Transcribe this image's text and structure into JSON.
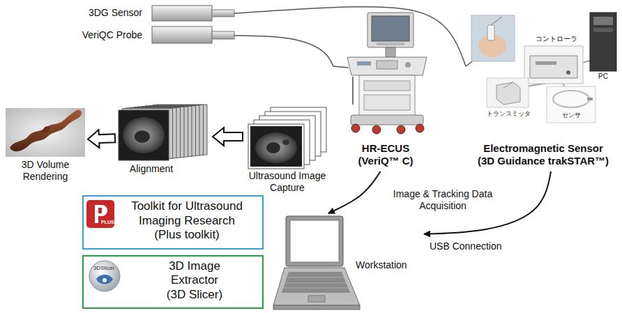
{
  "diagram": {
    "nodes": [
      {
        "text": [
          "3DG Sensor"
        ]
      },
      {
        "text": [
          "VeriQC Probe"
        ]
      },
      {
        "text": [
          "HR-ECUS (VeriQ™ C)"
        ]
      },
      {
        "text": [
          "Electromagnetic Sensor (3D Guidance trakSTAR™)"
        ]
      },
      {
        "text": [
          "Ultrasound Image Capture"
        ]
      },
      {
        "text": [
          "Alignment"
        ]
      },
      {
        "text": [
          "3D Volume Rendering"
        ]
      },
      {
        "text": [
          "Toolkit for Ultrasound Imaging Research (Plus toolkit)"
        ]
      },
      {
        "text": [
          "3D Image Extractor (3D Slicer)"
        ]
      },
      {
        "text": [
          "Workstation"
        ]
      }
    ],
    "edges": [
      {
        "from": 0,
        "to": 3,
        "arrow": "none"
      },
      {
        "from": 1,
        "to": 2,
        "arrow": "none"
      },
      {
        "from": 2,
        "to": 9,
        "arrow": "to"
      },
      {
        "from": 3,
        "to": 9,
        "arrow": "to",
        "label": "USB Connection"
      },
      {
        "from": 4,
        "to": 5,
        "arrow": "to"
      },
      {
        "from": 5,
        "to": 6,
        "arrow": "to"
      }
    ],
    "labels": [
      "Image & Tracking Data Acquisition",
      "コントローラ",
      "トランスミッタ",
      "センサ",
      "PC",
      "PLUS",
      "3DSlicer"
    ]
  }
}
